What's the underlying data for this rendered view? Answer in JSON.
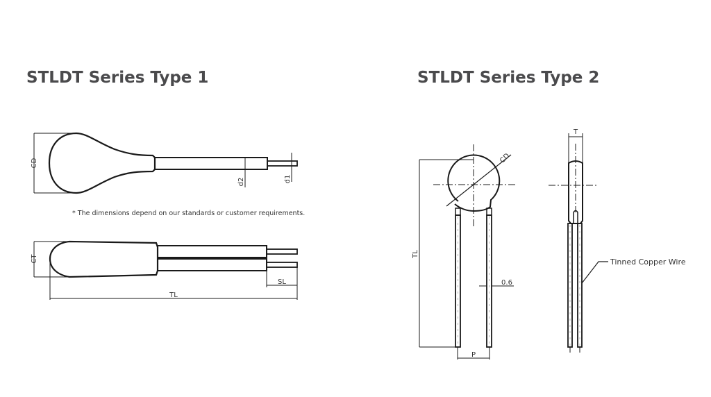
{
  "titles": {
    "type1": "STLDT Series Type 1",
    "type2": "STLDT Series Type 2"
  },
  "note": "* The dimensions depend on our standards or customer requirements.",
  "type1": {
    "top_view_labels": {
      "cd": "CD",
      "d2": "d2",
      "d1": "d1"
    },
    "side_view_labels": {
      "ct": "CT",
      "sl": "SL",
      "tl": "TL"
    }
  },
  "type2": {
    "front_view_labels": {
      "cd": "CD",
      "tl": "TL",
      "wire_dia": "0.6",
      "p": "P"
    },
    "side_view_labels": {
      "t": "T",
      "wire": "Tinned Copper Wire"
    }
  },
  "colors": {
    "title": "#4a4a4c",
    "line": "#1a1a1a",
    "background": "#ffffff"
  }
}
